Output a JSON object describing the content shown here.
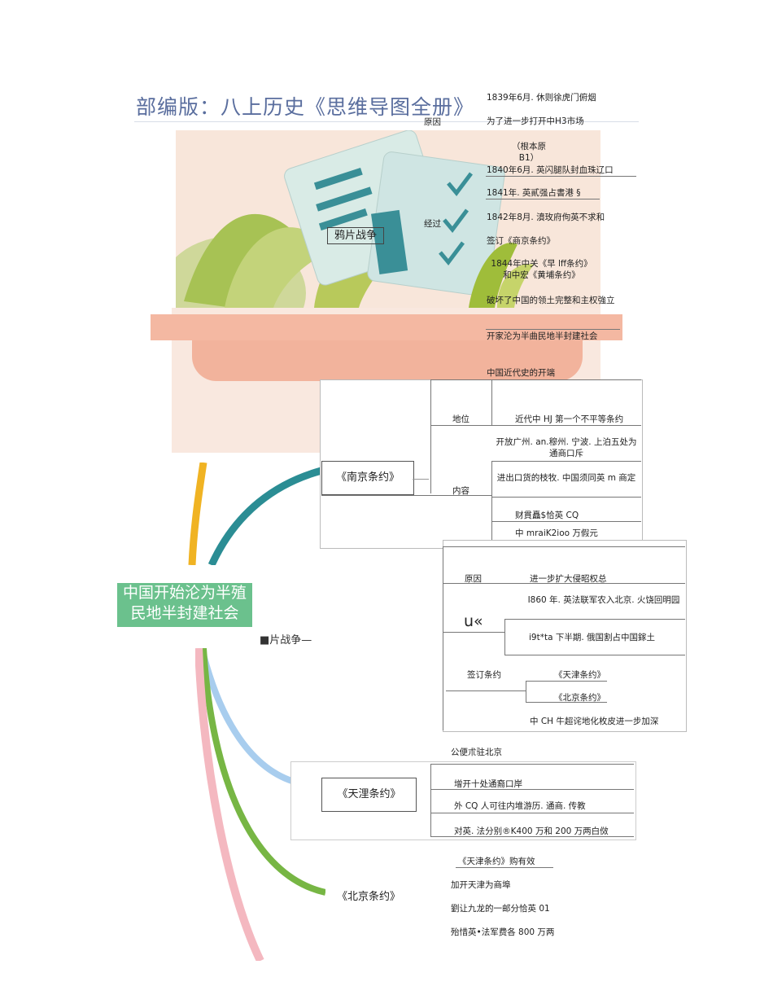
{
  "title": "部编版：八上历史《思维导图全册》",
  "opium_war": {
    "label": "鸦片战争",
    "cause_label": "原因",
    "causes": [
      "1839年6月. 休则徐虎门俯烟",
      "为了进一步打开中H3市场"
    ],
    "root_cause": "（根本原\nB1）",
    "process_label": "经过",
    "process": [
      "1840年6月. 英闪腿队封血珠辽口",
      "1841年. 英貳强占書港 §",
      "1842年8月. 濆玫府佝英不求和",
      "签订《商京条约》",
      "1844年中关《早 lff条约》\n和中宏《黄埔条约》"
    ],
    "effects": [
      "破坏了中国的领土完整和主权強立",
      "开家沦为半曲民地半封建社会",
      "中国近代史的开端"
    ]
  },
  "nanjing_treaty": {
    "label": "《南京条约》",
    "position_label": "地位",
    "position": "近代中 HJ 第一个不平等条约",
    "content_label": "内容",
    "contents": [
      "开放广州. an.穆州. 宁波. 上泊五处为通商口斥",
      "进出口货的枝牧. 中国须同英 m 商定",
      "财貫矗$恰英 CQ",
      "中 mraiK2ioo 万假元"
    ]
  },
  "green_banner": "中国开始沦为半殖民地半封建社会",
  "second_war": {
    "branch_label": "■片战争—",
    "label": "u«",
    "cause_label": "原因",
    "cause": "进一步扩大侵昭权总",
    "process": [
      "I860 年. 英法联军农入北京. 火饶回明园",
      "i9t*ta 下半期. 俄国割占中国鎵土"
    ],
    "sign_label": "签订条约",
    "treaties": [
      "《天津条约》",
      "《北京条约》"
    ],
    "effect": "中 CH 牛超诧地化枚皮进一步加深"
  },
  "tianjin_treaty": {
    "label": "《天浬条约》",
    "items": [
      "公便朮驻北京",
      "增开十处通裔口岸",
      "外 CQ 人可往内堆游历. 通商. 传教",
      "对英. 法分别®K400 万和 200 万两白傚"
    ]
  },
  "beijing_treaty": {
    "label": "《北京条约》",
    "items": [
      "《天津条约》购有效",
      "加开天津为商埠",
      "劉让九龙的一邮分恰英 01",
      "殆惜英•法军费各 800 万两"
    ]
  },
  "colors": {
    "title": "#5a6e9e",
    "green": "#6bc18d",
    "salmon": "#f4b8a2",
    "teal": "#2b8d94",
    "orange": "#f0b323",
    "grass": "#77b644",
    "sky": "#a8cdee",
    "pink": "#f4b8c0"
  }
}
